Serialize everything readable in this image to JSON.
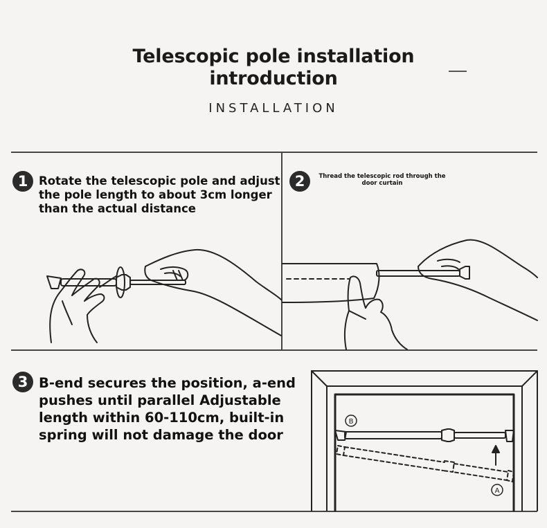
{
  "header": {
    "title_line1": "Telescopic pole installation",
    "title_line2": "introduction",
    "subtitle": "INSTALLATION"
  },
  "steps": [
    {
      "number": "1",
      "text": "Rotate the telescopic pole and adjust the pole length to about 3cm longer than the actual distance"
    },
    {
      "number": "2",
      "text": "Thread the telescopic rod through the door curtain"
    },
    {
      "number": "3",
      "text": "B-end secures the position, a-end pushes until parallel Adjustable length within 60-110cm, built-in spring will not damage the door"
    }
  ],
  "diagram_labels": {
    "b_end": "B",
    "a_end": "A"
  },
  "colors": {
    "background": "#f5f4f2",
    "ink": "#1a1a1a",
    "badge": "#2b2b2b"
  }
}
